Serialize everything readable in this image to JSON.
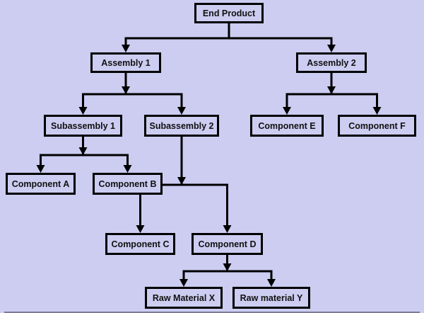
{
  "diagram": {
    "type": "bill-of-materials-tree",
    "colors": {
      "background": "#cccdf1",
      "line": "#000000",
      "text": "#111111"
    },
    "nodes": [
      {
        "id": "end-product",
        "label": "End Product",
        "parent": null
      },
      {
        "id": "assembly-1",
        "label": "Assembly 1",
        "parent": "end-product"
      },
      {
        "id": "assembly-2",
        "label": "Assembly 2",
        "parent": "end-product"
      },
      {
        "id": "subassembly-1",
        "label": "Subassembly 1",
        "parent": "assembly-1"
      },
      {
        "id": "subassembly-2",
        "label": "Subassembly 2",
        "parent": "assembly-1"
      },
      {
        "id": "component-e",
        "label": "Component E",
        "parent": "assembly-2"
      },
      {
        "id": "component-f",
        "label": "Component F",
        "parent": "assembly-2"
      },
      {
        "id": "component-a",
        "label": "Component A",
        "parent": "subassembly-1"
      },
      {
        "id": "component-b",
        "label": "Component B",
        "parent": "subassembly-1"
      },
      {
        "id": "component-c",
        "label": "Component C",
        "parent": "subassembly-2"
      },
      {
        "id": "component-d",
        "label": "Component D",
        "parent": "subassembly-2"
      },
      {
        "id": "raw-material-x",
        "label": "Raw Material X",
        "parent": "component-d"
      },
      {
        "id": "raw-material-y",
        "label": "Raw material Y",
        "parent": "component-d"
      }
    ]
  }
}
